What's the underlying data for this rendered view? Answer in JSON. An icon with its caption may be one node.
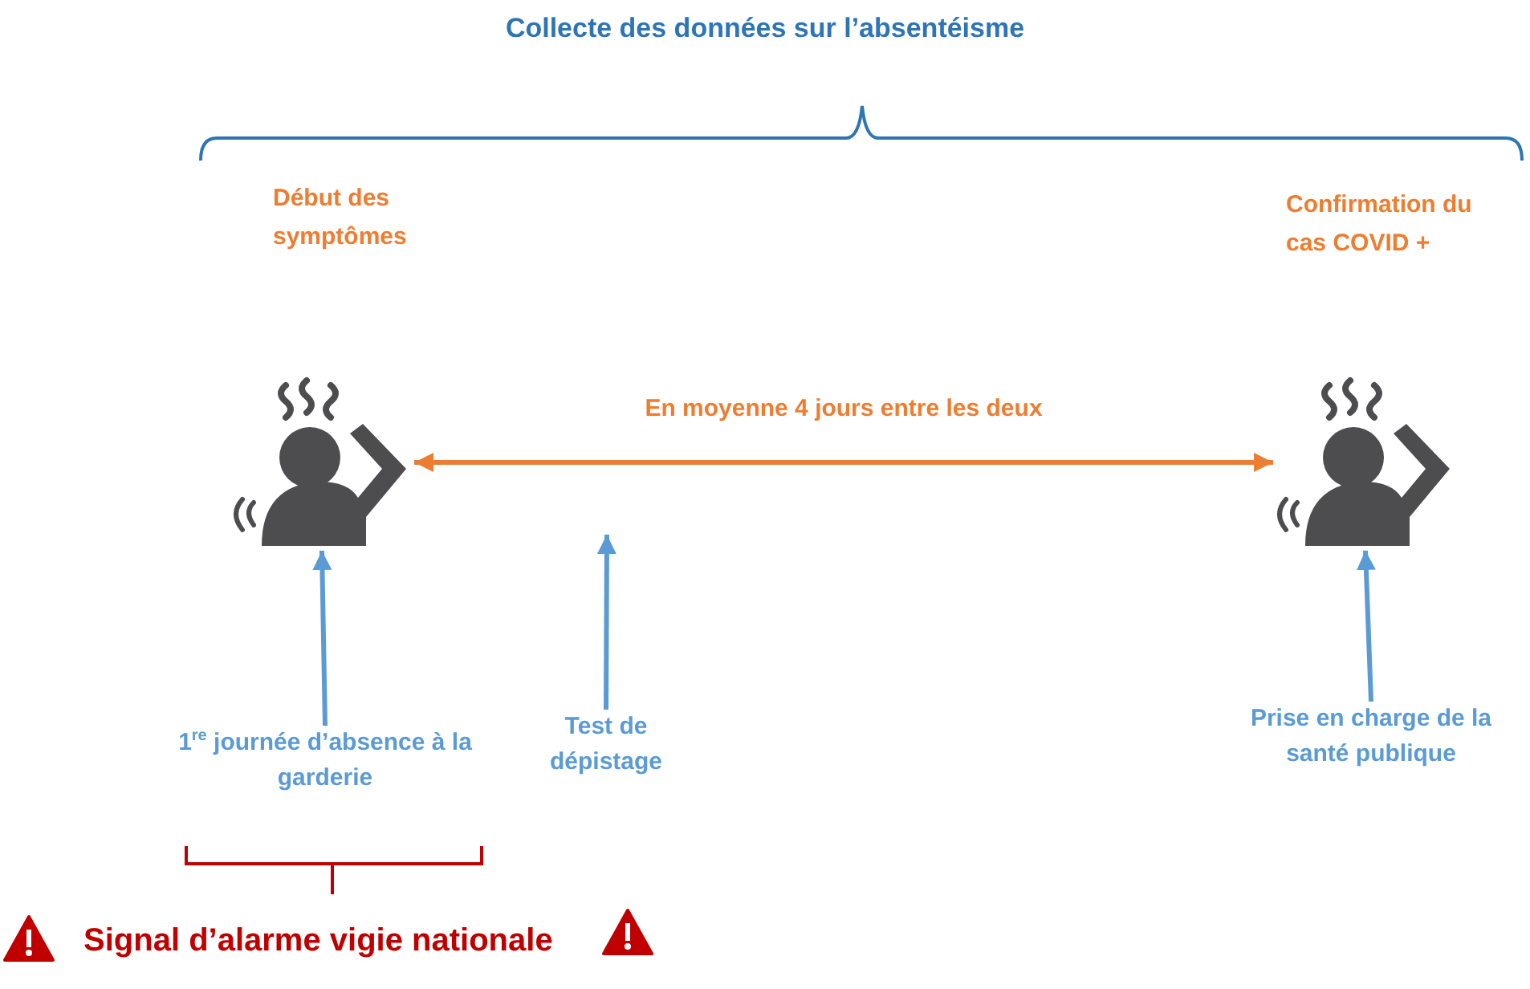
{
  "diagram": {
    "title": "Collecte des données sur l’absentéisme",
    "nodes": [
      {
        "text": [],
        "shape": "person"
      },
      {
        "text": [],
        "shape": "person"
      },
      {
        "text": [
          "1$^{re}$ journée d’absence à la garderie"
        ]
      },
      {
        "text": [
          "Test de dépistage"
        ]
      },
      {
        "text": [
          "Prise en charge de la santé publique"
        ]
      }
    ],
    "edges": [
      {
        "from": 0,
        "to": 1,
        "arrow": "both",
        "label": "En moyenne 4 jours entre les deux",
        "color": "#ed7d31"
      },
      {
        "from": 2,
        "to": 0,
        "arrow": "to"
      },
      {
        "from": 3,
        "to": null,
        "arrow": "to"
      },
      {
        "from": 4,
        "to": 1,
        "arrow": "to"
      }
    ],
    "labels": [
      "Début des symptômes",
      "Confirmation du cas COVID +",
      "Signal d’alarme vigie nationale"
    ]
  }
}
